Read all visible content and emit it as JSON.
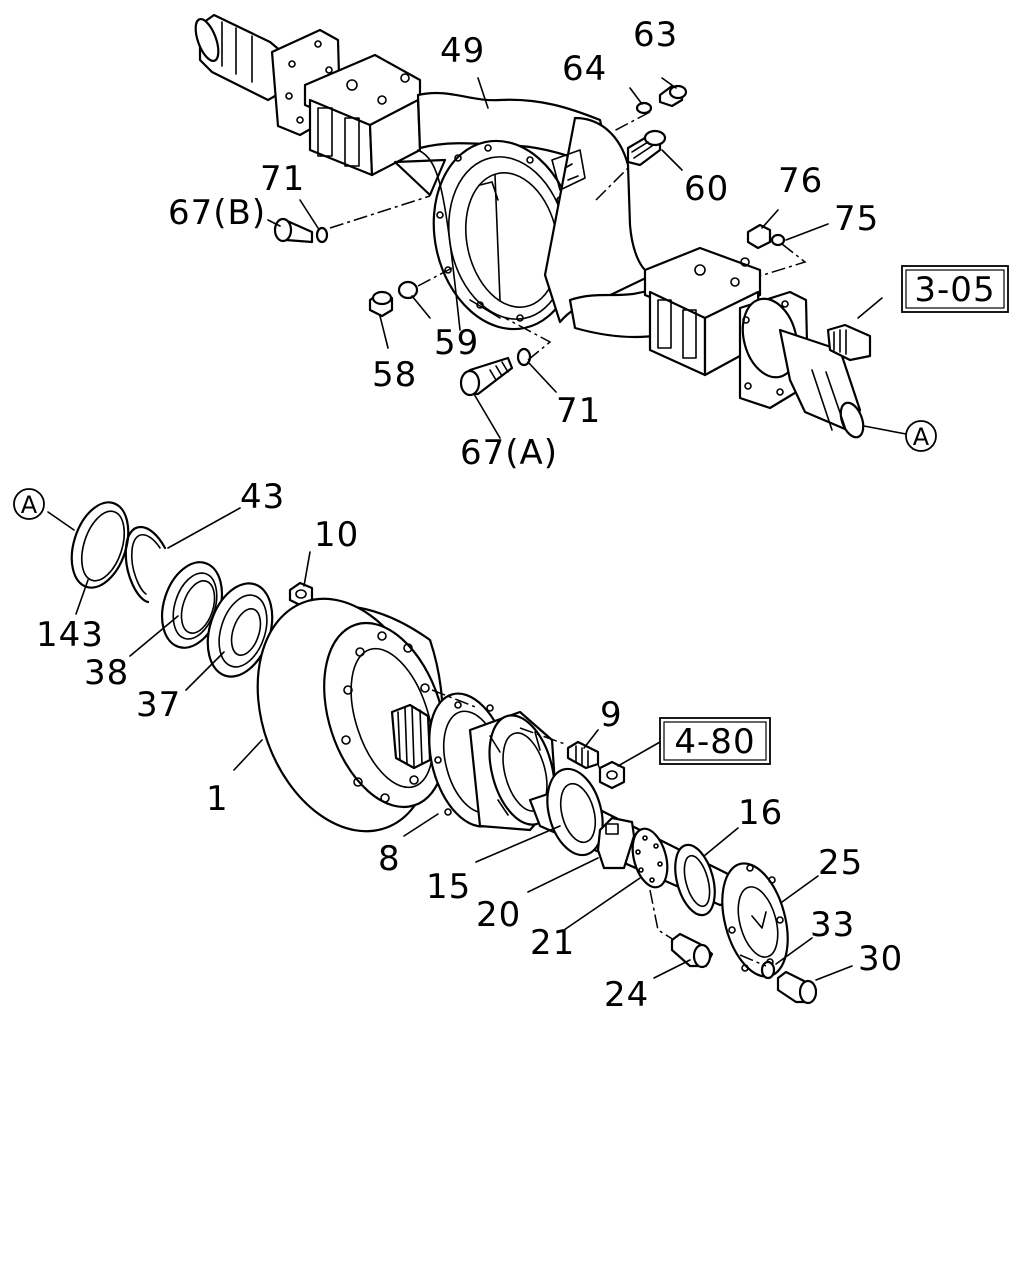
{
  "reference_boxes": [
    {
      "id": "ref-3-05",
      "text": "3-05"
    },
    {
      "id": "ref-4-80",
      "text": "4-80"
    }
  ],
  "connector_mark": "A",
  "callouts": [
    {
      "id": "c63",
      "text": "63"
    },
    {
      "id": "c64",
      "text": "64"
    },
    {
      "id": "c49",
      "text": "49"
    },
    {
      "id": "c60",
      "text": "60"
    },
    {
      "id": "c71a",
      "text": "71"
    },
    {
      "id": "c67b",
      "text": "67(B)"
    },
    {
      "id": "c76",
      "text": "76"
    },
    {
      "id": "c75",
      "text": "75"
    },
    {
      "id": "c59",
      "text": "59"
    },
    {
      "id": "c58",
      "text": "58"
    },
    {
      "id": "c71b",
      "text": "71"
    },
    {
      "id": "c67a",
      "text": "67(A)"
    },
    {
      "id": "c43",
      "text": "43"
    },
    {
      "id": "c10",
      "text": "10"
    },
    {
      "id": "c143",
      "text": "143"
    },
    {
      "id": "c38",
      "text": "38"
    },
    {
      "id": "c37",
      "text": "37"
    },
    {
      "id": "c9",
      "text": "9"
    },
    {
      "id": "c16",
      "text": "16"
    },
    {
      "id": "c1",
      "text": "1"
    },
    {
      "id": "c25",
      "text": "25"
    },
    {
      "id": "c8",
      "text": "8"
    },
    {
      "id": "c15",
      "text": "15"
    },
    {
      "id": "c33",
      "text": "33"
    },
    {
      "id": "c20",
      "text": "20"
    },
    {
      "id": "c21",
      "text": "21"
    },
    {
      "id": "c30",
      "text": "30"
    },
    {
      "id": "c24",
      "text": "24"
    }
  ]
}
